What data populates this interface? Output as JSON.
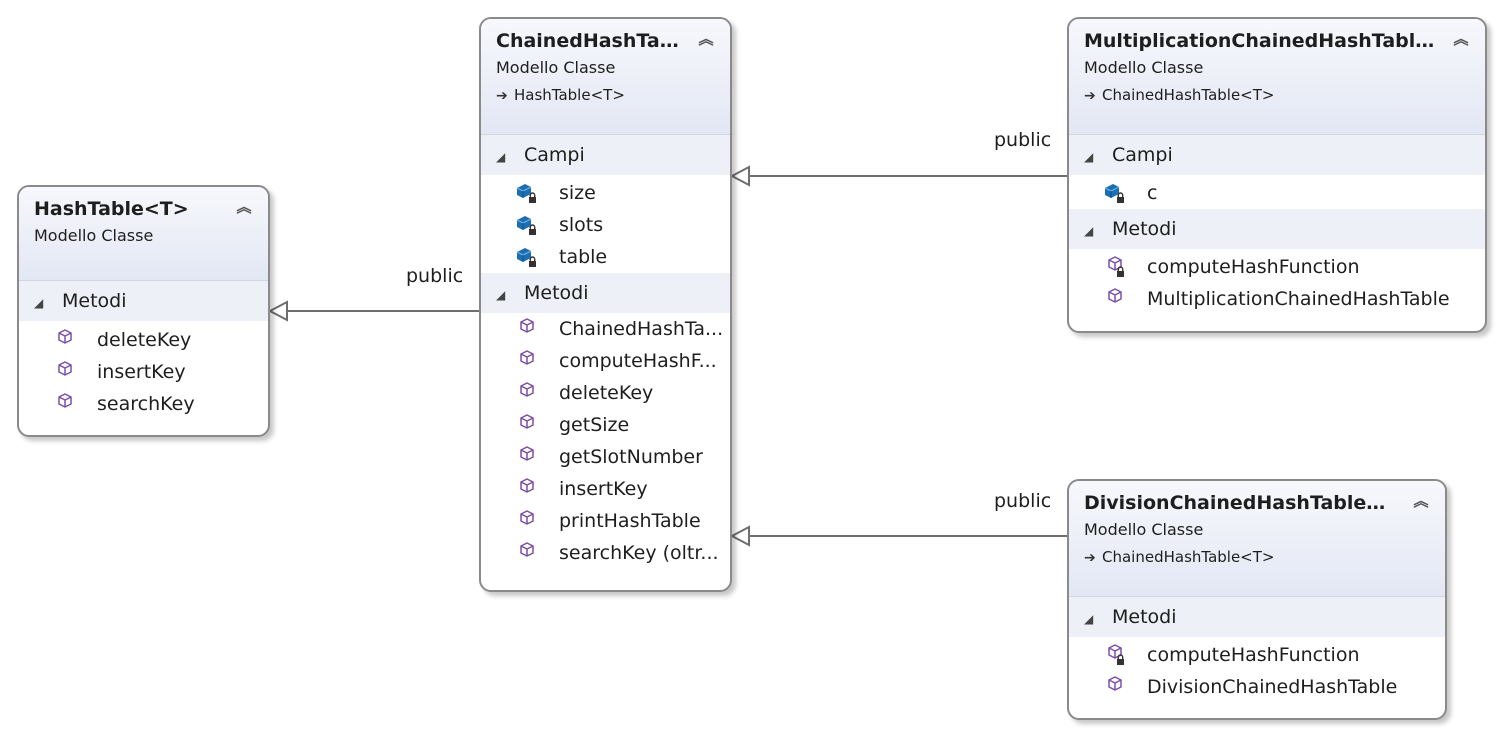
{
  "relations": {
    "chained_to_hashtable": "public",
    "multiplication_to_chained": "public",
    "division_to_chained": "public"
  },
  "hashtable": {
    "name": "HashTable<T>",
    "stereotype": "Modello Classe",
    "methods_label": "Metodi",
    "methods": [
      "deleteKey",
      "insertKey",
      "searchKey"
    ]
  },
  "chained": {
    "name": "ChainedHashTa...",
    "stereotype": "Modello Classe",
    "base": "HashTable<T>",
    "fields_label": "Campi",
    "fields": [
      "size",
      "slots",
      "table"
    ],
    "methods_label": "Metodi",
    "methods": [
      "ChainedHashTa...",
      "computeHashF...",
      "deleteKey",
      "getSize",
      "getSlotNumber",
      "insertKey",
      "printHashTable",
      "searchKey  (oltr..."
    ]
  },
  "multiplication": {
    "name": "MultiplicationChainedHashTable...",
    "stereotype": "Modello Classe",
    "base": "ChainedHashTable<T>",
    "fields_label": "Campi",
    "fields": [
      "c"
    ],
    "methods_label": "Metodi",
    "methods": [
      "computeHashFunction",
      "MultiplicationChainedHashTable"
    ]
  },
  "division": {
    "name": "DivisionChainedHashTable<T>",
    "stereotype": "Modello Classe",
    "base": "ChainedHashTable<T>",
    "methods_label": "Metodi",
    "methods": [
      "computeHashFunction",
      "DivisionChainedHashTable"
    ]
  }
}
